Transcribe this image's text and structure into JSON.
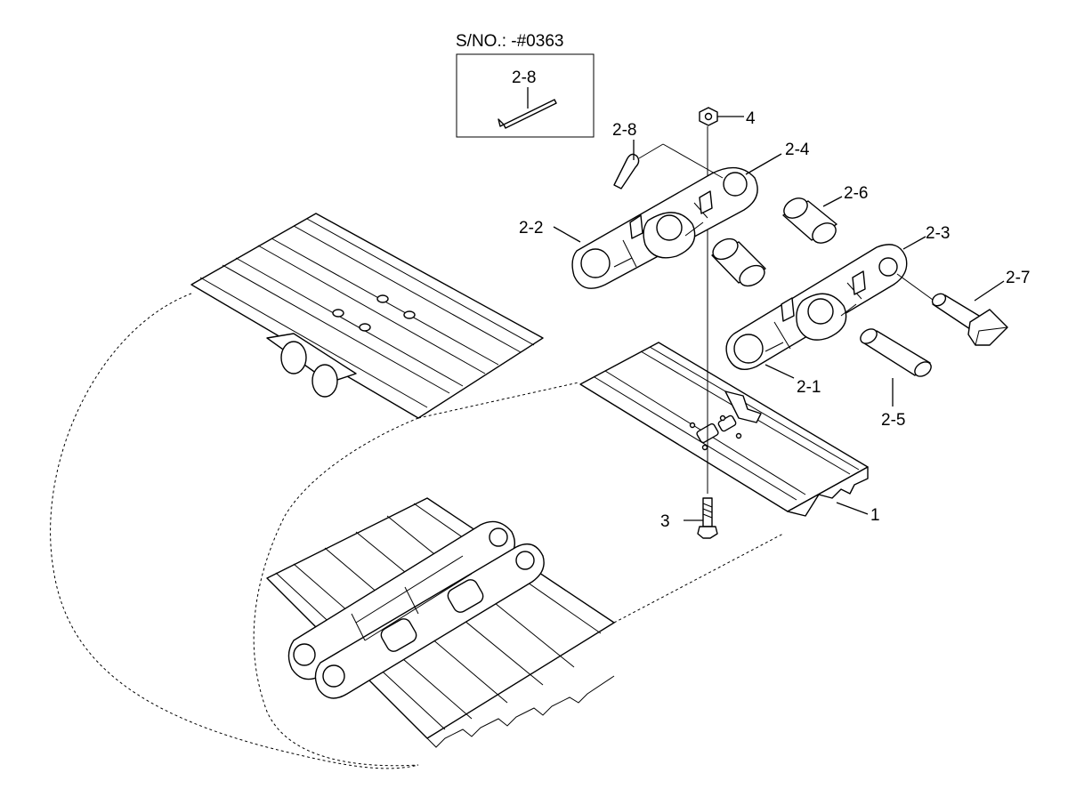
{
  "inset": {
    "serial_label": "S/NO.: -#0363",
    "part": "2-8"
  },
  "callouts": {
    "c1": "1",
    "c21": "2-1",
    "c22": "2-2",
    "c23": "2-3",
    "c24": "2-4",
    "c25": "2-5",
    "c26": "2-6",
    "c27": "2-7",
    "c28": "2-8",
    "c3": "3",
    "c4": "4"
  }
}
